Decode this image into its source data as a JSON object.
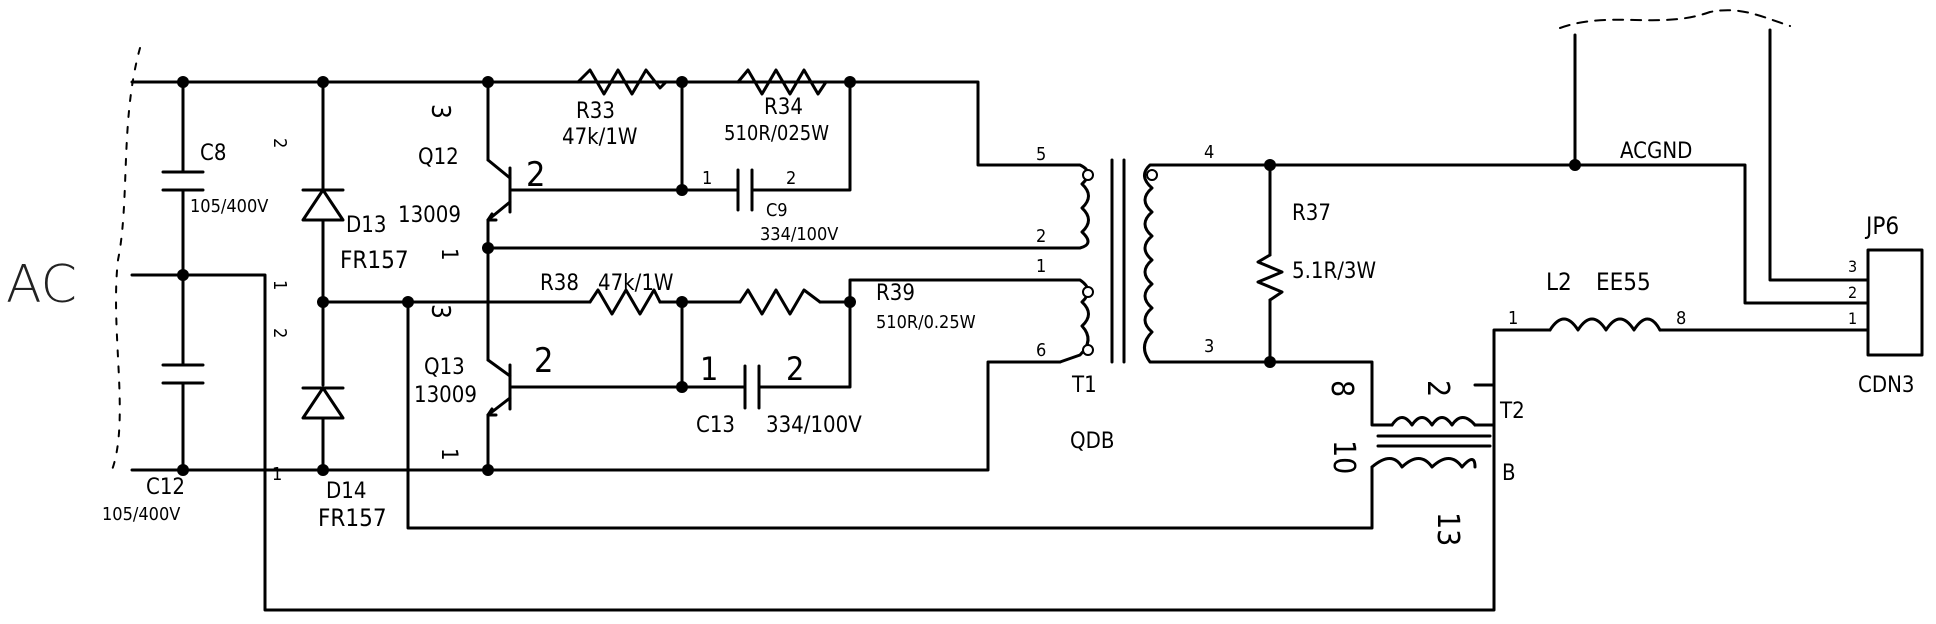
{
  "title_ac": "AC",
  "components": {
    "c8": {
      "ref": "C8",
      "value": "105/400V"
    },
    "c12": {
      "ref": "C12",
      "value": "105/400V"
    },
    "d13": {
      "ref": "D13",
      "value": "FR157"
    },
    "d14": {
      "ref": "D14",
      "value": "FR157"
    },
    "q12": {
      "ref": "Q12",
      "value": "13009",
      "pin_c": "3",
      "pin_b": "2",
      "pin_e": "1"
    },
    "q13": {
      "ref": "Q13",
      "value": "13009",
      "pin_c": "3",
      "pin_b": "2",
      "pin_e": "1"
    },
    "r33": {
      "ref": "R33",
      "value": "47k/1W"
    },
    "r34": {
      "ref": "R34",
      "value": "510R/025W"
    },
    "c9": {
      "ref": "C9",
      "value": "334/100V",
      "pin1": "1",
      "pin2": "2"
    },
    "r38": {
      "ref": "R38",
      "value": "47k/1W"
    },
    "r39": {
      "ref": "R39",
      "value": "510R/0.25W"
    },
    "c13": {
      "ref": "C13",
      "value": "334/100V",
      "pin1": "1",
      "pin2": "2"
    },
    "t1": {
      "ref": "T1",
      "value": "QDB",
      "pins": [
        "5",
        "2",
        "1",
        "6",
        "4",
        "3"
      ]
    },
    "r37": {
      "ref": "R37",
      "value": "5.1R/3W"
    },
    "l2": {
      "ref": "L2",
      "value": "EE55",
      "pin1": "1",
      "pin8": "8"
    },
    "t2": {
      "ref": "T2",
      "pins": [
        "8",
        "2",
        "10",
        "B",
        "13"
      ]
    },
    "jp6": {
      "ref": "JP6",
      "value": "CDN3",
      "pins": [
        "3",
        "2",
        "1"
      ]
    }
  },
  "nets": {
    "acgnd": "ACGND"
  },
  "misc": {
    "cap_pin2": "2",
    "cap_pin1": "1",
    "c12_pin2": "2",
    "c12_pin1": "1"
  }
}
